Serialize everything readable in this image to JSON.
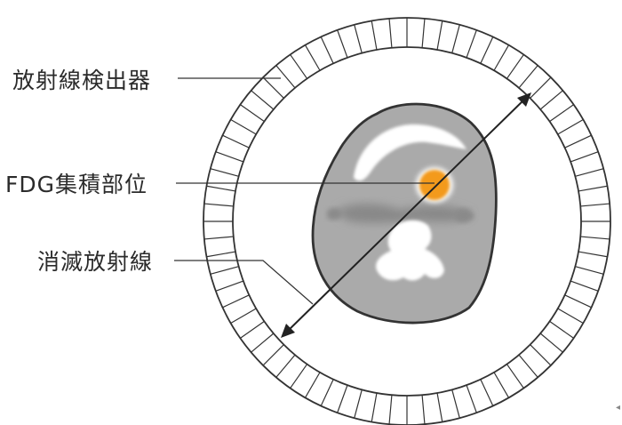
{
  "labels": {
    "detector": "放射線検出器",
    "fdg_site": "FDG集積部位",
    "annihilation": "消滅放射線"
  },
  "colors": {
    "outline": "#333333",
    "body_gray": "#aaaaaa",
    "dark_gray": "#8a8a8a",
    "white": "#ffffff",
    "fdg_orange": "#f39a1e",
    "leader_line": "#333333"
  },
  "detector_ring": {
    "segments": 72
  },
  "corner_mark": "◂"
}
